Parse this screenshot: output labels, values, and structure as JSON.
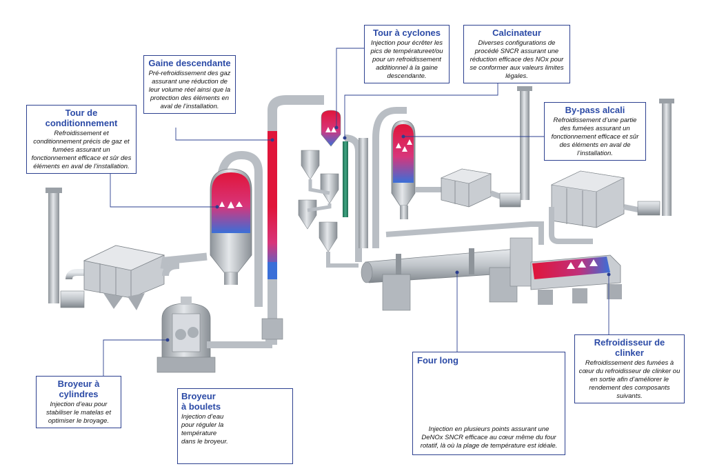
{
  "colors": {
    "accent": "#2b4aa6",
    "border": "#2b3f8f",
    "hot": "#e0153a",
    "cold": "#3a6fd8",
    "green": "#2e8a6a",
    "steel": "#b9bec4"
  },
  "callouts": {
    "tour_cond": {
      "title": "Tour de conditionnement",
      "text": "Refroidissement et conditionnement précis de gaz et fumées assurant un fonctionnement efficace et sûr des éléments en aval de l’installation."
    },
    "gaine": {
      "title": "Gaine descendante",
      "text": "Pré-refroidissement des gaz assurant une réduction de leur volume réel ainsi que la protection des éléments en aval de l’installation."
    },
    "tour_cyc": {
      "title": "Tour à cyclones",
      "text": "Injection pour écrêter les pics de températureet/ou pour un refroidissement additionnel à la gaine descendante."
    },
    "calcinateur": {
      "title": "Calcinateur",
      "text": "Diverses configurations de procédé SNCR assurant une réduction efficace des NOx pour se conformer aux valeurs limites légales."
    },
    "bypass": {
      "title": "By-pass alcali",
      "text": "Refroidissement d’une partie des fumées assurant un fonctionnement efficace et sûr des éléments en aval de l’installation."
    },
    "refroid": {
      "title": "Refroidisseur de clinker",
      "text": "Refroidissement des fumées à cœur du refroidisseur de clinker ou en sortie afin d’améliorer le rendement des composants suivants."
    },
    "four": {
      "title": "Four long",
      "text": "Injection en plusieurs points assurant une DeNOx SNCR efficace au cœur même du four rotatif, là où la plage de température est idéale."
    },
    "broyeur_cyl": {
      "title": "Broyeur à cylindres",
      "text": "Injection d’eau pour stabiliser le matelas et optimiser le broyage."
    },
    "broyeur_bou": {
      "title1": "Broyeur",
      "title2": "à boulets",
      "text": "Injection d’eau pour réguler la température dans le broyeur."
    }
  }
}
